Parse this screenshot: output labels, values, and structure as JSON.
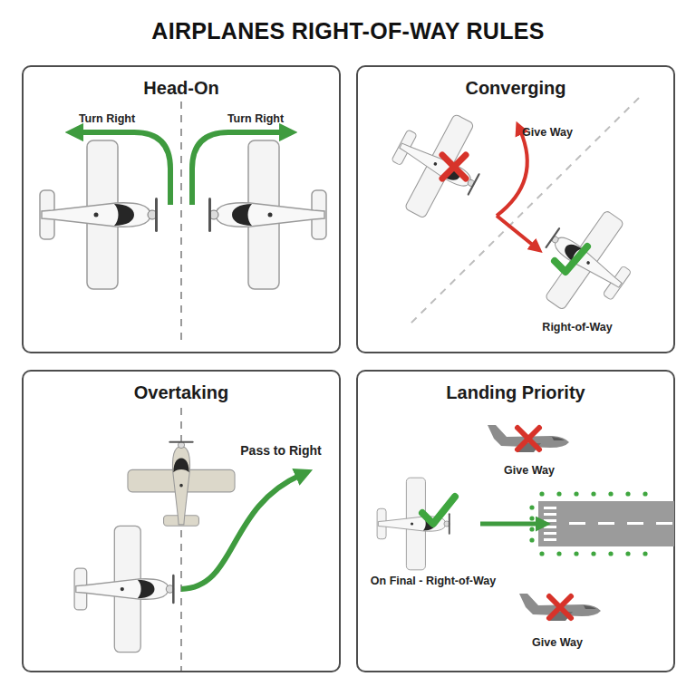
{
  "diagram": {
    "title": "AIRPLANES RIGHT-OF-WAY RULES",
    "nodes": [
      {
        "text": [
          "Head-On"
        ]
      },
      {
        "text": [
          "Converging"
        ]
      },
      {
        "text": [
          "Overtaking"
        ]
      },
      {
        "text": [
          "Landing Priority"
        ]
      }
    ],
    "labels": [
      "Turn Right",
      "Turn Right",
      "Give Way",
      "Right-of-Way",
      "Pass to Right",
      "Give Way",
      "On Final - Right-of-Way",
      "Give Way"
    ]
  }
}
